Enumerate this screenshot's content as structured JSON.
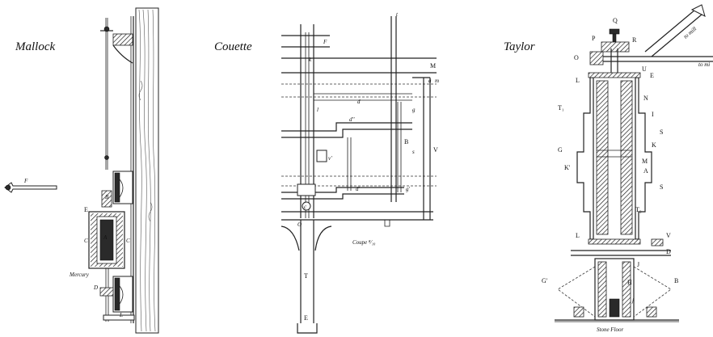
{
  "panels": [
    {
      "title": "Mallock",
      "labels": {
        "F": "F",
        "B": "B",
        "E": "E",
        "A": "A",
        "C": "C",
        "D": "D",
        "L": "L",
        "mercury": "Mercury"
      }
    },
    {
      "title": "Couette",
      "labels": {
        "t": "t",
        "F": "F",
        "k": "k",
        "M": "M",
        "a": "a",
        "m": "m",
        "d": "d",
        "l": "l",
        "g": "g",
        "d2": "d''",
        "B": "B",
        "s": "s",
        "V": "V",
        "v": "v'",
        "d1": "d'",
        "g1": "g'",
        "c": "c",
        "O": "O",
        "T": "T",
        "E": "E",
        "coupe": "Coupe ⁸⁄₁₀"
      }
    },
    {
      "title": "Taylor",
      "labels": {
        "Q": "Q",
        "P": "P",
        "R": "R",
        "O": "O",
        "toMill1": "to mill",
        "toMill2": "to mi",
        "U": "U",
        "E": "E",
        "L": "L",
        "N": "N",
        "T1": "T₁",
        "I": "I",
        "S": "S",
        "G": "G",
        "K": "K",
        "M": "M",
        "K2": "K'",
        "A": "A",
        "T2": "T₂",
        "V": "V",
        "D": "D",
        "J": "J",
        "H": "H",
        "G2": "G'",
        "B": "B",
        "j": "j",
        "stoneFloor": "Stone Floor"
      }
    }
  ]
}
